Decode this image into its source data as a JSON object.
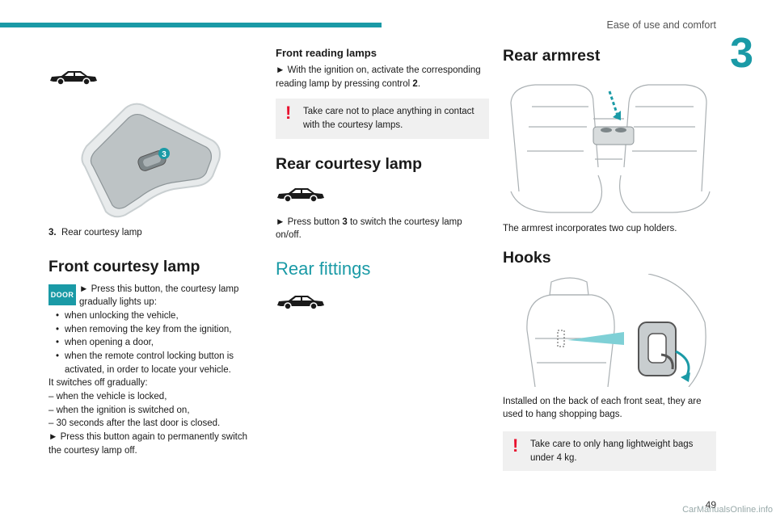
{
  "header": {
    "title": "Ease of use and comfort",
    "chapter": "3"
  },
  "col1": {
    "callout_num": "3",
    "caption_num": "3.",
    "caption_text": "Rear courtesy lamp",
    "front_courtesy": {
      "title": "Front courtesy lamp",
      "badge": "DOOR",
      "intro": "► Press this button, the courtesy lamp gradually lights up:",
      "bullets": [
        "when unlocking the vehicle,",
        "when removing the key from the ignition,",
        "when opening a door,",
        "when the remote control locking button is activated, in order to locate your vehicle."
      ],
      "off_intro": "It switches off gradually:",
      "dashes": [
        "– when the vehicle is locked,",
        "– when the ignition is switched on,",
        "– 30 seconds after the last door is closed."
      ],
      "final": "► Press this button again to permanently switch the courtesy lamp off."
    }
  },
  "col2": {
    "reading": {
      "title": "Front reading lamps",
      "text_pre": "► With the ignition on, activate the corresponding reading lamp by pressing control ",
      "text_bold": "2",
      "text_post": ".",
      "warning": "Take care not to place anything in contact with the courtesy lamps."
    },
    "rear_courtesy": {
      "title": "Rear courtesy lamp",
      "text_pre": "► Press button ",
      "text_bold": "3",
      "text_post": " to switch the courtesy lamp on/off."
    },
    "fittings_title": "Rear fittings"
  },
  "col3": {
    "armrest": {
      "title": "Rear armrest",
      "caption": "The armrest incorporates two cup holders."
    },
    "hooks": {
      "title": "Hooks",
      "caption": "Installed on the back of each front seat, they are used to hang shopping bags.",
      "warning": "Take care to only hang lightweight bags under 4 kg."
    }
  },
  "footer": {
    "page": "49",
    "watermark": "CarManualsOnline.info"
  },
  "colors": {
    "accent": "#1a9aa6",
    "warning": "#e8102e",
    "warn_bg": "#f0f0f0"
  },
  "icons": [
    "car-sedan-icon",
    "warning-exclamation-icon",
    "door-button-icon"
  ]
}
